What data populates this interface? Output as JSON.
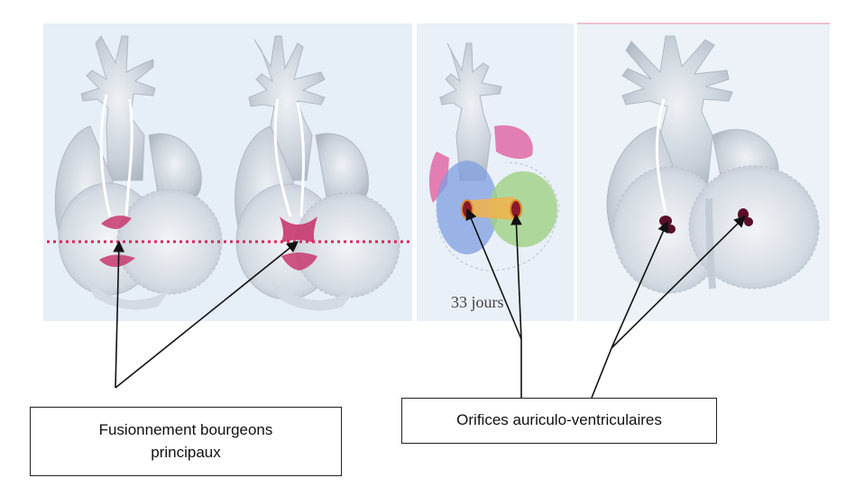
{
  "panels": [
    {
      "id": "heart-1"
    },
    {
      "id": "heart-2"
    },
    {
      "id": "heart-3",
      "caption": "33 jours"
    },
    {
      "id": "heart-4"
    }
  ],
  "labels": {
    "left": "Fusionnement bourgeons principaux",
    "right": "Orifices auriculo-ventriculaires"
  },
  "colors": {
    "background_panel": "#e6eef7",
    "heart_body": "#c8cfd8",
    "cushion_pink": "#c8386e",
    "dotted_line": "#d8265a",
    "left_ventricle_blue": "#7f9fe0",
    "right_ventricle_green": "#9fd184",
    "atrium_pink": "#e06aa6",
    "orifice_orange": "#e08a2a",
    "arrow": "#111111"
  }
}
